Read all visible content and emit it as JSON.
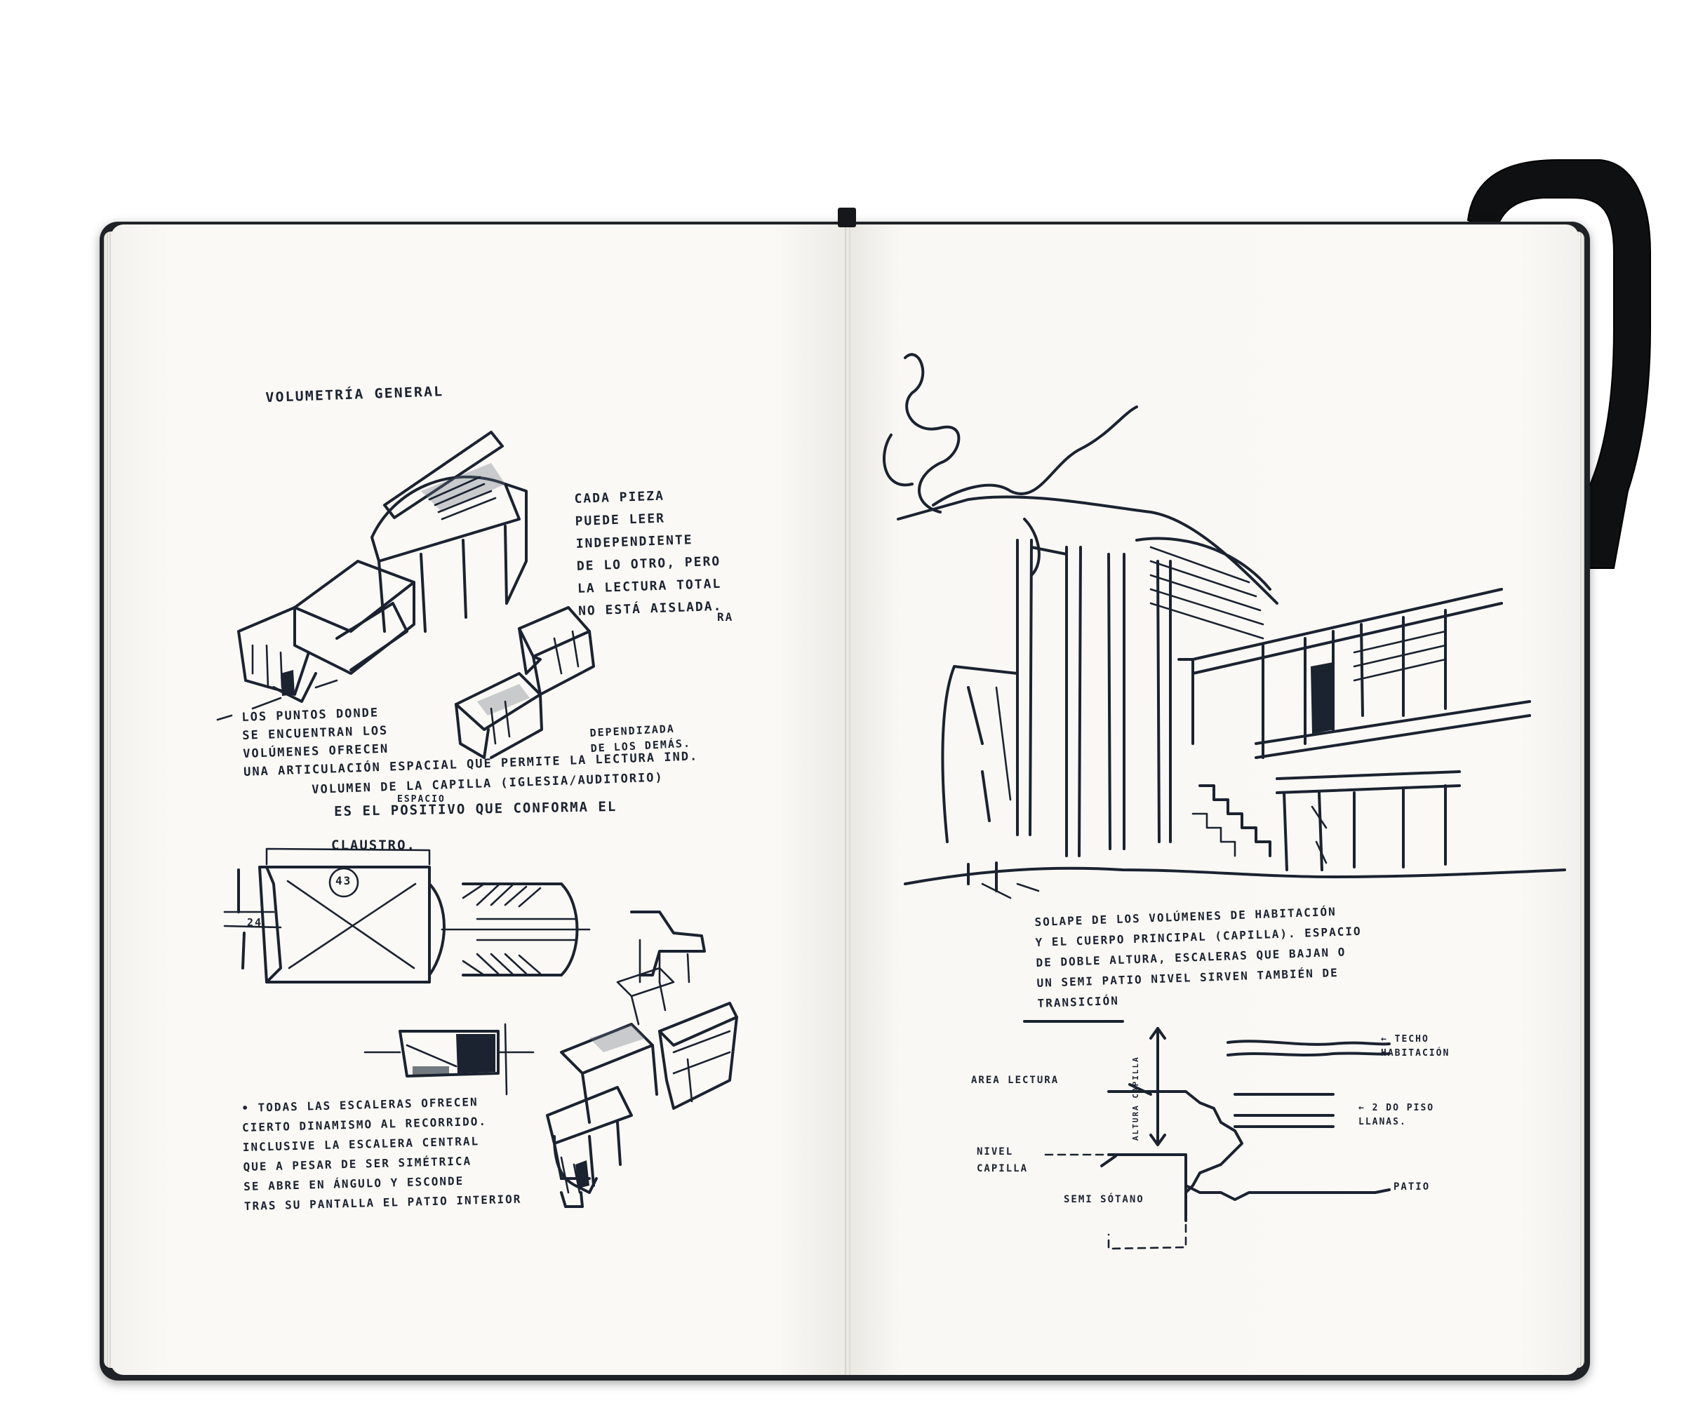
{
  "left_page": {
    "title": "VOLUMETRÍA GENERAL",
    "note_cada_pieza": "CADA PIEZA\nPUEDE LEER\nINDEPENDIENTE\nDE LO OTRO, PERO\nLA LECTURA TOTAL\nNO ESTÁ AISLADA.",
    "note_initials": "RA",
    "note_puntos": "LOS PUNTOS DONDE\nSE ENCUENTRAN LOS\nVOLÚMENES OFRECEN\nUNA ARTICULACIÓN ESPACIAL QUE PERMITE LA LECTURA IND.",
    "note_dependizada": "DEPENDIZADA\nDE LOS DEMÁS.",
    "note_volumen": "VOLUMEN DE LA CAPILLA (IGLESIA/AUDITORIO)",
    "note_es_el": "ES EL POSITIVO QUE CONFORMA EL",
    "note_espacio": "ESPACIO",
    "note_claustro": "CLAUSTRO.",
    "plan_label": "43",
    "plan_side_label": "24",
    "note_todas": "• TODAS LAS ESCALERAS OFRECEN\nCIERTO DINAMISMO AL RECORRIDO.\nINCLUSIVE LA ESCALERA CENTRAL\nQUE A PESAR DE SER SIMÉTRICA\nSE ABRE EN ÁNGULO Y ESCONDE\nTRAS SU PANTALLA EL PATIO INTERIOR"
  },
  "right_page": {
    "note_solape": "SOLAPE DE LOS VOLÚMENES DE HABITACIÓN\nY EL CUERPO PRINCIPAL (CAPILLA). ESPACIO\nDE DOBLE ALTURA, ESCALERAS QUE BAJAN O\nUN SEMI PATIO NIVEL SIRVEN TAMBIÉN DE\nTRANSICIÓN",
    "section_labels": {
      "techo": "← TECHO\nHABITACIÓN",
      "area": "AREA LECTURA",
      "altura": "ALTURA CAPILLA",
      "dos_pisos": "← 2 DO PISO\nLLANAS.",
      "nivel": "NIVEL\nCAPILLA",
      "patio": "PATIO",
      "semi": "SEMI SÓTANO"
    }
  },
  "colors": {
    "ink": "#1b2230",
    "paper": "#faf9f5",
    "cover": "#1f2226"
  }
}
